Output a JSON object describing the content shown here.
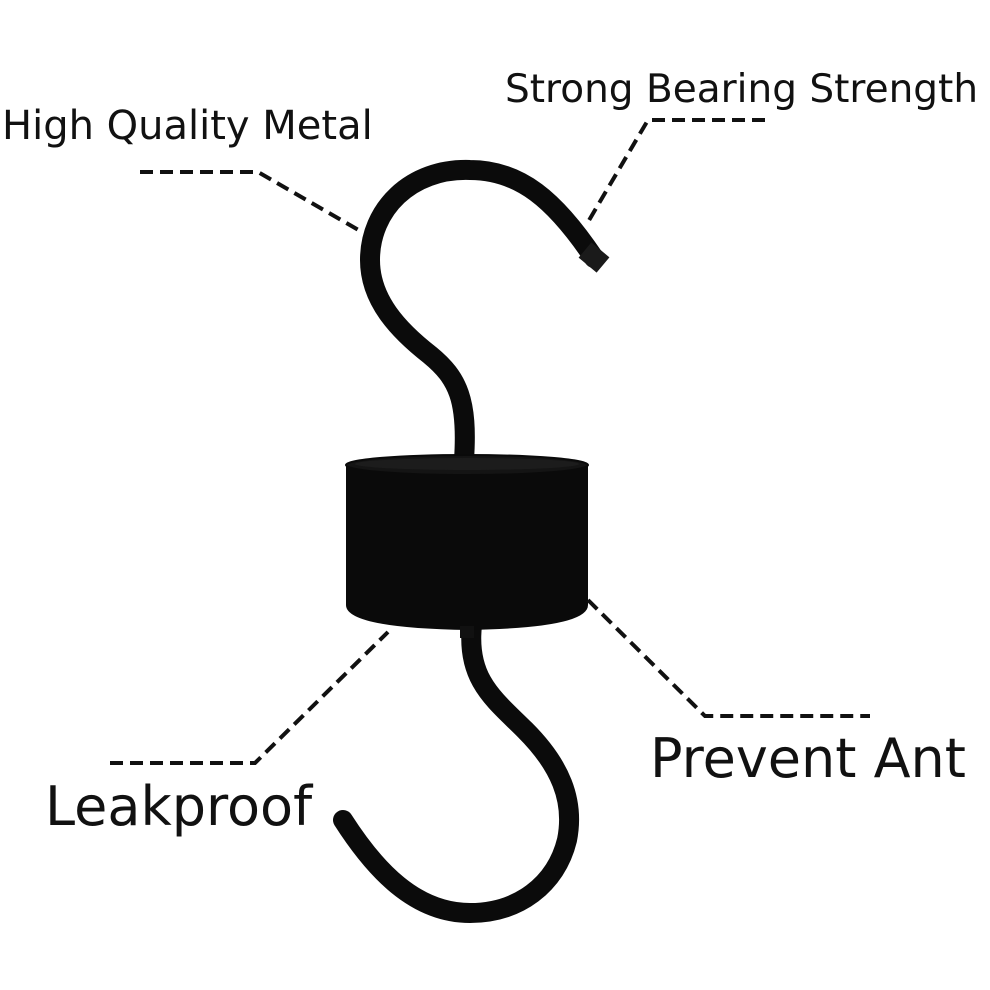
{
  "callouts": {
    "high_quality_metal": "High Quality Metal",
    "strong_bearing_strength": "Strong Bearing Strength",
    "prevent_ant": "Prevent Ant",
    "leakproof": "Leakproof"
  },
  "colors": {
    "background": "#ffffff",
    "product": "#0b0b0b",
    "text": "#111111"
  }
}
